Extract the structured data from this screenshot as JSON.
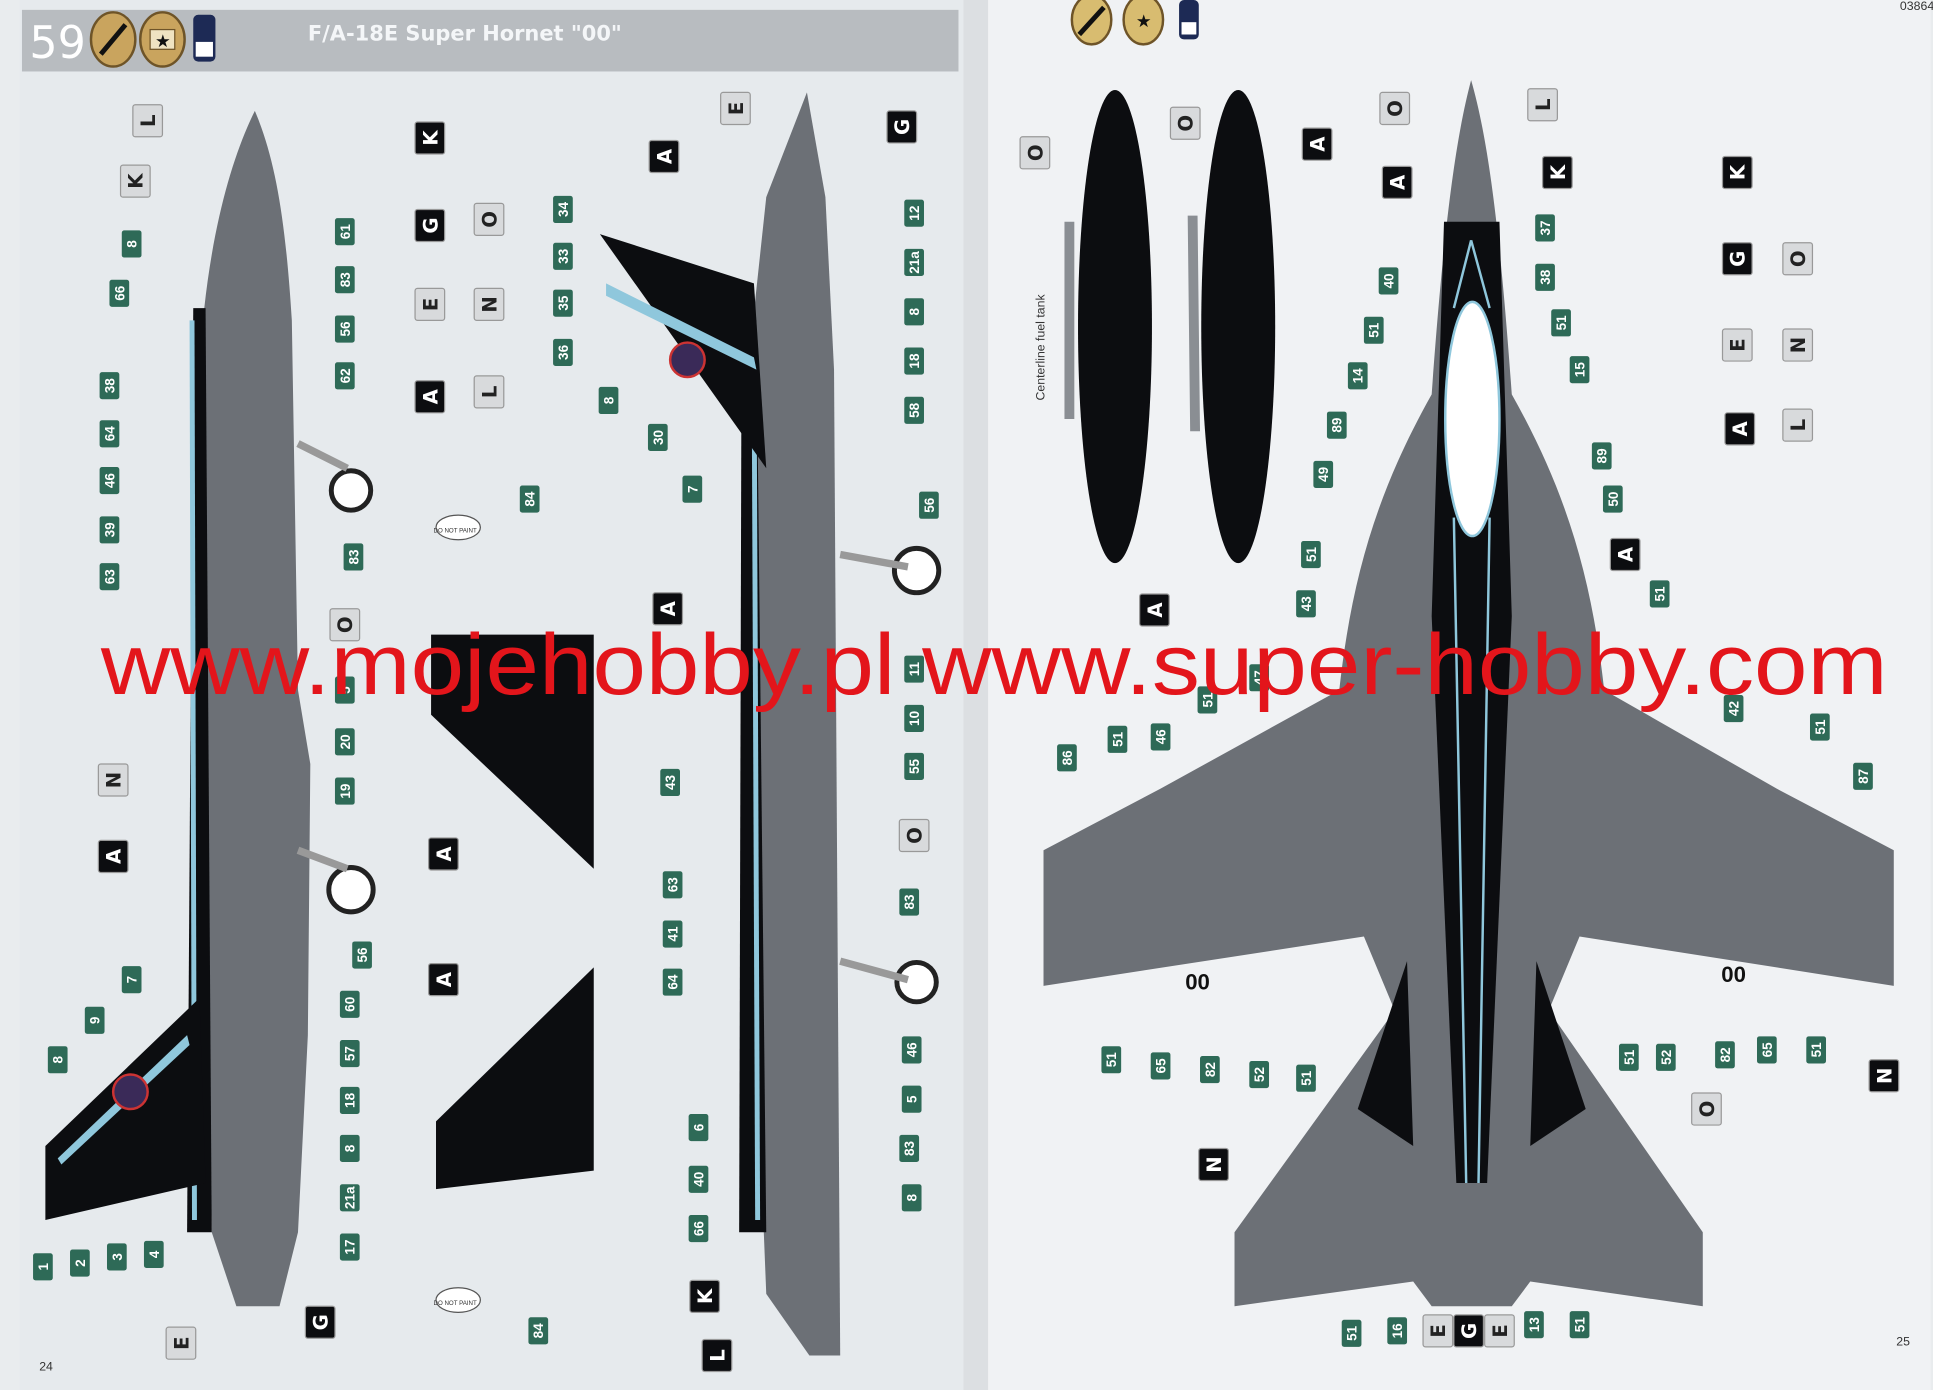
{
  "header": {
    "step_number": "59",
    "title": "F/A-18E Super Hornet \"00\"",
    "icons": [
      "brush-glue-icon",
      "decal-star-icon",
      "paint-bottle-icon"
    ],
    "catalog_code": "03864"
  },
  "pages": {
    "left_number": "24",
    "right_number": "25"
  },
  "watermark": "www.mojehobby.pl www.super-hobby.com",
  "notes": {
    "centerline_tank": "Centerline fuel tank",
    "do_not_paint": "DO NOT PAINT"
  },
  "colors": {
    "tag_green": "#2e6a57",
    "aircraft_grey": "#6c7076",
    "black_scheme": "#0c0d10",
    "stripe_blue": "#8fc7dc",
    "page": "#e9ecee",
    "watermark_red": "#e3151b"
  },
  "letter_legend_left": [
    "K",
    "G",
    "O",
    "E",
    "N",
    "A",
    "L"
  ],
  "letter_legend_right": [
    "K",
    "G",
    "O",
    "E",
    "N",
    "A",
    "L"
  ],
  "left_view_callouts": [
    "66",
    "8",
    "38",
    "64",
    "46",
    "39",
    "63",
    "61",
    "83",
    "56",
    "62",
    "83",
    "5",
    "20",
    "19",
    "56",
    "60",
    "57",
    "18",
    "8",
    "21a",
    "17",
    "1",
    "2",
    "3",
    "4",
    "8",
    "9",
    "7"
  ],
  "left_view_letters": [
    "L",
    "K",
    "O",
    "N",
    "A",
    "E",
    "G"
  ],
  "wing_callouts": [
    "84",
    "84"
  ],
  "wing_letters": [
    "A",
    "A"
  ],
  "middle_view_callouts": [
    "34",
    "33",
    "35",
    "36",
    "8",
    "30",
    "7",
    "12",
    "21a",
    "8",
    "18",
    "58",
    "56",
    "11",
    "10",
    "55",
    "83",
    "46",
    "5",
    "83",
    "8",
    "43",
    "63",
    "41",
    "64",
    "6",
    "40",
    "66"
  ],
  "middle_view_letters": [
    "E",
    "G",
    "A",
    "A",
    "O",
    "K",
    "L"
  ],
  "tank_letters": [
    "O",
    "O",
    "A",
    "A"
  ],
  "bottom_view_callouts": [
    "37",
    "38",
    "40",
    "51",
    "51",
    "14",
    "15",
    "89",
    "89",
    "49",
    "50",
    "51",
    "43",
    "51",
    "47",
    "51",
    "86",
    "51",
    "46",
    "42",
    "51",
    "87",
    "51",
    "65",
    "82",
    "52",
    "51",
    "51",
    "52",
    "82",
    "65",
    "51",
    "16",
    "13",
    "51",
    "51"
  ],
  "bottom_view_letters": [
    "O",
    "L",
    "A",
    "K",
    "A",
    "O",
    "N",
    "N",
    "E",
    "G",
    "E"
  ]
}
